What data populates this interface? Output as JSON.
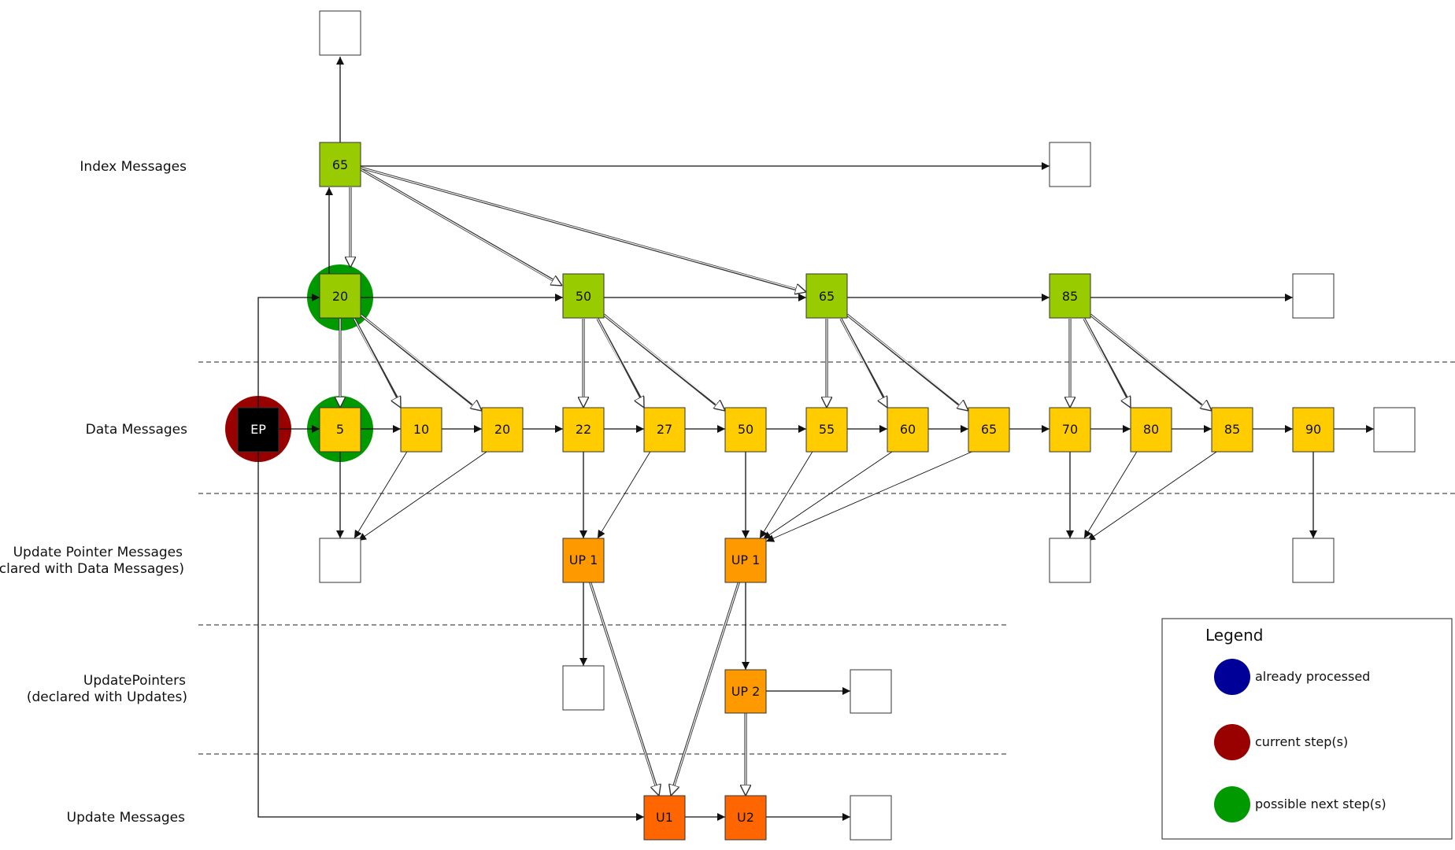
{
  "row_labels": {
    "index": "Index Messages",
    "data": "Data Messages",
    "update_pointer_1": "Update Pointer Messages",
    "update_pointer_2": "(declared with Data Messages)",
    "update_pointers_1": "UpdatePointers",
    "update_pointers_2": "(declared with Updates)",
    "update": "Update Messages"
  },
  "colors": {
    "index_node": "#99cc00",
    "data_node": "#ffcc00",
    "pointer_node": "#ff9900",
    "update_node": "#ff6600",
    "entry_node": "#000000",
    "empty_node": "#ffffff",
    "current_step": "#990000",
    "possible_next": "#009900",
    "already_processed": "#000099"
  },
  "nodes": {
    "index_top_empty": "",
    "index_65": "65",
    "index_right_empty": "",
    "index_20": "20",
    "index_50": "50",
    "index_65b": "65",
    "index_85": "85",
    "index_row2_empty": "",
    "entry_point": "EP",
    "data_5": "5",
    "data_10": "10",
    "data_20": "20",
    "data_22": "22",
    "data_27": "27",
    "data_50": "50",
    "data_55": "55",
    "data_60": "60",
    "data_65": "65",
    "data_70": "70",
    "data_80": "80",
    "data_85": "85",
    "data_90": "90",
    "data_end_empty": "",
    "up_empty_1": "",
    "up_a": "UP 1",
    "up_b": "UP 1",
    "up_empty_2": "",
    "up_empty_3": "",
    "ups_empty": "",
    "up_2": "UP 2",
    "ups_empty_right": "",
    "u1": "U1",
    "u2": "U2",
    "update_empty": ""
  },
  "legend": {
    "title": "Legend",
    "already_processed": "already processed",
    "current_step": "current step(s)",
    "possible_next": "possible next step(s)"
  }
}
